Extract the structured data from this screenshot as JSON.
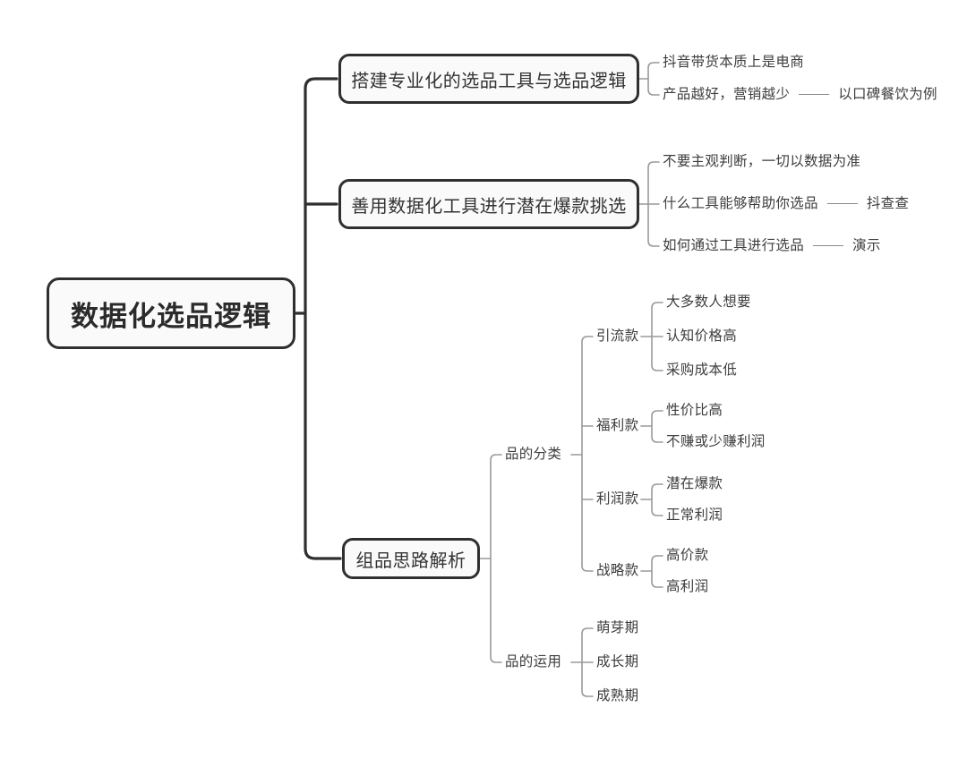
{
  "mindmap": {
    "root": {
      "label": "数据化选品逻辑"
    },
    "branches": [
      {
        "label": "搭建专业化的选品工具与选品逻辑",
        "children": [
          {
            "label": "抖音带货本质上是电商",
            "note": ""
          },
          {
            "label": "产品越好，营销越少",
            "note": "以口碑餐饮为例"
          }
        ]
      },
      {
        "label": "善用数据化工具进行潜在爆款挑选",
        "children": [
          {
            "label": "不要主观判断，一切以数据为准",
            "note": ""
          },
          {
            "label": "什么工具能够帮助你选品",
            "note": "抖查查"
          },
          {
            "label": "如何通过工具进行选品",
            "note": "演示"
          }
        ]
      },
      {
        "label": "组品思路解析",
        "groups": [
          {
            "label": "品的分类",
            "subgroups": [
              {
                "label": "引流款",
                "items": [
                  "大多数人想要",
                  "认知价格高",
                  "采购成本低"
                ]
              },
              {
                "label": "福利款",
                "items": [
                  "性价比高",
                  "不赚或少赚利润"
                ]
              },
              {
                "label": "利润款",
                "items": [
                  "潜在爆款",
                  "正常利润"
                ]
              },
              {
                "label": "战略款",
                "items": [
                  "高价款",
                  "高利润"
                ]
              }
            ]
          },
          {
            "label": "品的运用",
            "items": [
              "萌芽期",
              "成长期",
              "成熟期"
            ]
          }
        ]
      }
    ]
  },
  "colors": {
    "node_border": "#2f2f2f",
    "node_fill": "#fafafa",
    "text": "#3d3d3d",
    "wire_main": "#2f2f2f",
    "wire_sub": "#9a9a9a",
    "background": "#ffffff"
  }
}
